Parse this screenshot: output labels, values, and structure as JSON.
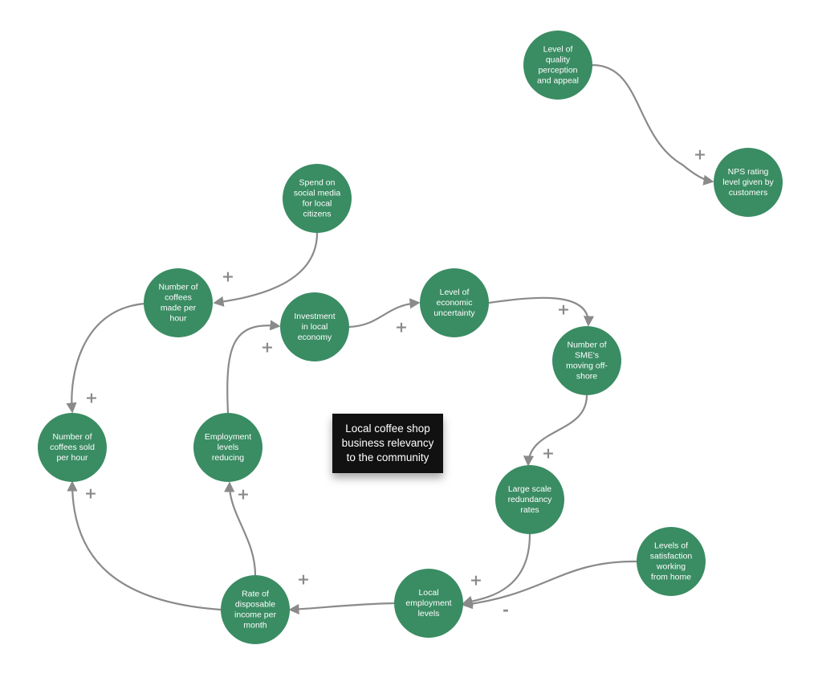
{
  "colors": {
    "node": "#3a8c63",
    "edge": "#8a8a8a",
    "title_bg": "#111111"
  },
  "title": "Local coffee shop business relevancy to the community",
  "nodes": [
    {
      "id": "quality",
      "lines": [
        "Level of",
        "quality",
        "perception",
        "and appeal"
      ]
    },
    {
      "id": "nps",
      "lines": [
        "NPS rating",
        "level given by",
        "customers"
      ]
    },
    {
      "id": "social",
      "lines": [
        "Spend on",
        "social media",
        "for local",
        "citizens"
      ]
    },
    {
      "id": "made",
      "lines": [
        "Number of",
        "coffees",
        "made per",
        "hour"
      ]
    },
    {
      "id": "invest",
      "lines": [
        "Investment",
        "in local",
        "economy"
      ]
    },
    {
      "id": "uncert",
      "lines": [
        "Level of",
        "economic",
        "uncertainty"
      ]
    },
    {
      "id": "sme",
      "lines": [
        "Number of",
        "SME's",
        "moving off-",
        "shore"
      ]
    },
    {
      "id": "sold",
      "lines": [
        "Number of",
        "coffees sold",
        "per hour"
      ]
    },
    {
      "id": "emp_red",
      "lines": [
        "Employment",
        "levels",
        "reducing"
      ]
    },
    {
      "id": "redund",
      "lines": [
        "Large scale",
        "redundancy",
        "rates"
      ]
    },
    {
      "id": "satis",
      "lines": [
        "Levels of",
        "satisfaction",
        "working",
        "from home"
      ]
    },
    {
      "id": "local_emp",
      "lines": [
        "Local",
        "employment",
        "levels"
      ]
    },
    {
      "id": "dispos",
      "lines": [
        "Rate of",
        "disposable",
        "income per",
        "month"
      ]
    }
  ],
  "edges": [
    {
      "from": "quality",
      "to": "nps",
      "sign": "+"
    },
    {
      "from": "social",
      "to": "made",
      "sign": "+"
    },
    {
      "from": "made",
      "to": "sold",
      "sign": "+"
    },
    {
      "from": "invest",
      "to": "uncert",
      "sign": "+"
    },
    {
      "from": "uncert",
      "to": "sme",
      "sign": "+"
    },
    {
      "from": "sme",
      "to": "redund",
      "sign": "+"
    },
    {
      "from": "emp_red",
      "to": "invest",
      "sign": "+"
    },
    {
      "from": "dispos",
      "to": "emp_red",
      "sign": "+"
    },
    {
      "from": "dispos",
      "to": "sold",
      "sign": "+"
    },
    {
      "from": "redund",
      "to": "local_emp",
      "sign": "+"
    },
    {
      "from": "satis",
      "to": "local_emp",
      "sign": "-"
    },
    {
      "from": "local_emp",
      "to": "dispos",
      "sign": "+"
    }
  ]
}
